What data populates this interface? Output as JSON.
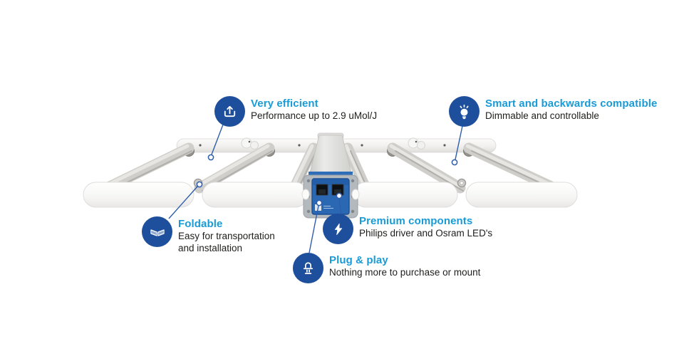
{
  "page": {
    "background": "#ffffff",
    "type": "product-feature-infographic"
  },
  "colors": {
    "accent_heading": "#199bd8",
    "icon_circle": "#1e4f9d",
    "callout_line": "#2e5dab",
    "body_text": "#1e1e1c",
    "driver_panel_blue": "#2b68b4"
  },
  "illustration": {
    "name": "foldable-led-grow-light",
    "parts": [
      "rear-rail",
      "light-bars",
      "front-bar-segments",
      "fold-hinges",
      "driver-box-with-ports"
    ]
  },
  "features": [
    {
      "id": "very-efficient",
      "icon": "upload-icon",
      "title": "Very efficient",
      "description": "Performance up to 2.9 uMol/J"
    },
    {
      "id": "smart-compatible",
      "icon": "smart-bulb-icon",
      "title": "Smart and backwards compatible",
      "description": "Dimmable and controllable"
    },
    {
      "id": "foldable",
      "icon": "foldable-bars-icon",
      "title": "Foldable",
      "description": "Easy for transportation\nand installation"
    },
    {
      "id": "premium-components",
      "icon": "lightning-icon",
      "title": "Premium components",
      "description": "Philips driver and Osram LED's"
    },
    {
      "id": "plug-and-play",
      "icon": "led-diode-icon",
      "title": "Plug & play",
      "description": "Nothing more to purchase or mount"
    }
  ]
}
